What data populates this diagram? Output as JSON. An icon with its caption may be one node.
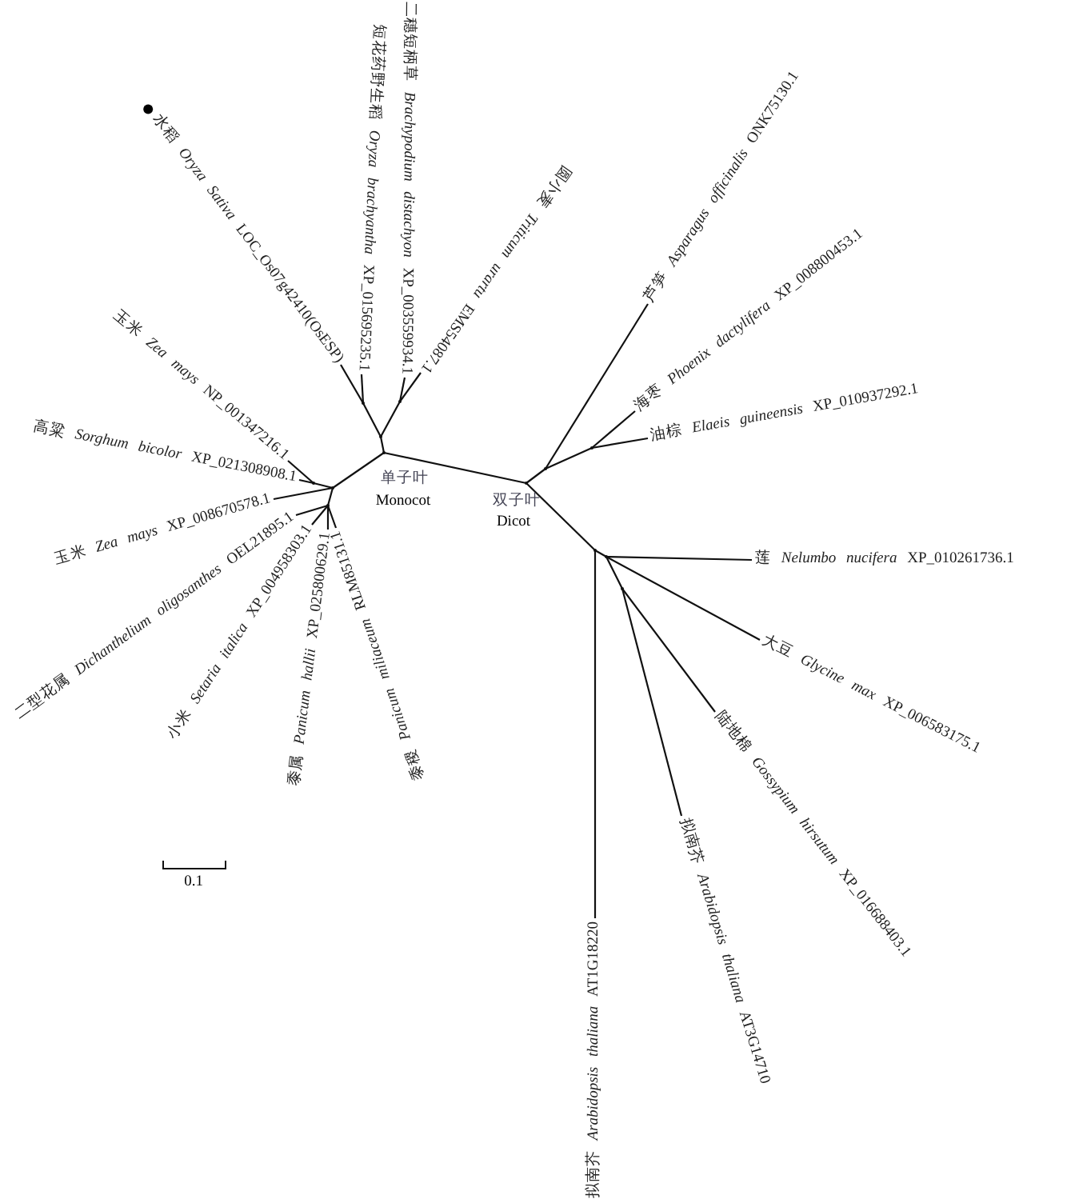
{
  "diagram": {
    "nodes": [
      {
        "text": [
          "水稻 *Oryza Sativa* LOC_Os07g42410(OsESP)"
        ]
      },
      {
        "text": [
          "短花药野生稻 *Oryza brachyantha* XP_015695235.1"
        ]
      },
      {
        "text": [
          "二穗短柄草 *Brachypodium distachyon* XP_003559934.1"
        ]
      },
      {
        "text": [
          "圆小麦 *Triticum urartu* EMS54087.1"
        ]
      },
      {
        "text": [
          "玉米 *Zea mays* NP_001347216.1"
        ]
      },
      {
        "text": [
          "高粱 *Sorghum bicolor* XP_021308908.1"
        ]
      },
      {
        "text": [
          "玉米 *Zea mays* XP_008670578.1"
        ]
      },
      {
        "text": [
          "二型花属 *Dichanthelium oligosanthes* OEL21895.1"
        ]
      },
      {
        "text": [
          "小米 *Setaria italica* XP_004958303.1"
        ]
      },
      {
        "text": [
          "黍属 *Panicum hallii* XP_025800629.1"
        ]
      },
      {
        "text": [
          "黍稷 *Panicum miliaceum* RLM85131.1"
        ]
      },
      {
        "text": [
          "芦笋 *Asparagus officinalis* ONK75130.1"
        ]
      },
      {
        "text": [
          "海枣 *Phoenix dactylifera* XP_008800453.1"
        ]
      },
      {
        "text": [
          "油棕 *Elaeis guineensis* XP_010937292.1"
        ]
      },
      {
        "text": [
          "莲 *Nelumbo nucifera* XP_010261736.1"
        ]
      },
      {
        "text": [
          "大豆 *Glycine max* XP_006583175.1"
        ]
      },
      {
        "text": [
          "陆地棉 *Gossypium hirsutum* XP_016688403.1"
        ]
      },
      {
        "text": [
          "拟南芥 *Arabidopsis thaliana* AT3G14710"
        ]
      },
      {
        "text": [
          "拟南芥 *Arabidopsis thaliana* AT1G18220"
        ]
      },
      {
        "text": [],
        "shape": "point"
      },
      {
        "text": [],
        "shape": "point"
      },
      {
        "text": [],
        "shape": "point"
      },
      {
        "text": [],
        "shape": "point"
      },
      {
        "text": [],
        "shape": "point"
      },
      {
        "text": [],
        "shape": "point"
      },
      {
        "text": [],
        "shape": "point"
      },
      {
        "text": [],
        "shape": "point"
      },
      {
        "text": [],
        "shape": "point"
      },
      {
        "text": [],
        "shape": "point"
      },
      {
        "text": [],
        "shape": "point"
      },
      {
        "text": [],
        "shape": "point"
      },
      {
        "text": [],
        "shape": "point"
      }
    ],
    "edges": [
      {
        "from": 22,
        "to": 0,
        "arrow": "none"
      },
      {
        "from": 22,
        "to": 1,
        "arrow": "none"
      },
      {
        "from": 25,
        "to": 2,
        "arrow": "none"
      },
      {
        "from": 25,
        "to": 3,
        "arrow": "none"
      },
      {
        "from": 19,
        "to": 4,
        "arrow": "none"
      },
      {
        "from": 19,
        "to": 5,
        "arrow": "none"
      },
      {
        "from": 21,
        "to": 6,
        "arrow": "none"
      },
      {
        "from": 20,
        "to": 7,
        "arrow": "none"
      },
      {
        "from": 20,
        "to": 8,
        "arrow": "none"
      },
      {
        "from": 20,
        "to": 9,
        "arrow": "none"
      },
      {
        "from": 20,
        "to": 10,
        "arrow": "none"
      },
      {
        "from": 27,
        "to": 11,
        "arrow": "none"
      },
      {
        "from": 28,
        "to": 12,
        "arrow": "none"
      },
      {
        "from": 28,
        "to": 13,
        "arrow": "none"
      },
      {
        "from": 30,
        "to": 14,
        "arrow": "none"
      },
      {
        "from": 30,
        "to": 15,
        "arrow": "none"
      },
      {
        "from": 31,
        "to": 16,
        "arrow": "none"
      },
      {
        "from": 31,
        "to": 17,
        "arrow": "none"
      },
      {
        "from": 29,
        "to": 18,
        "arrow": "none"
      },
      {
        "from": 24,
        "to": 26,
        "arrow": "none"
      },
      {
        "from": 24,
        "to": 23,
        "arrow": "none"
      },
      {
        "from": 23,
        "to": 22,
        "arrow": "none"
      },
      {
        "from": 23,
        "to": 25,
        "arrow": "none"
      },
      {
        "from": 24,
        "to": 21,
        "arrow": "none"
      },
      {
        "from": 21,
        "to": 19,
        "arrow": "none"
      },
      {
        "from": 21,
        "to": 20,
        "arrow": "none"
      },
      {
        "from": 26,
        "to": 27,
        "arrow": "none"
      },
      {
        "from": 27,
        "to": 28,
        "arrow": "none"
      },
      {
        "from": 26,
        "to": 29,
        "arrow": "none"
      },
      {
        "from": 29,
        "to": 30,
        "arrow": "none"
      },
      {
        "from": 30,
        "to": 31,
        "arrow": "none"
      }
    ],
    "labels": [
      "单子叶",
      "Monocot",
      "双子叶",
      "Dicot",
      "0.1"
    ]
  }
}
